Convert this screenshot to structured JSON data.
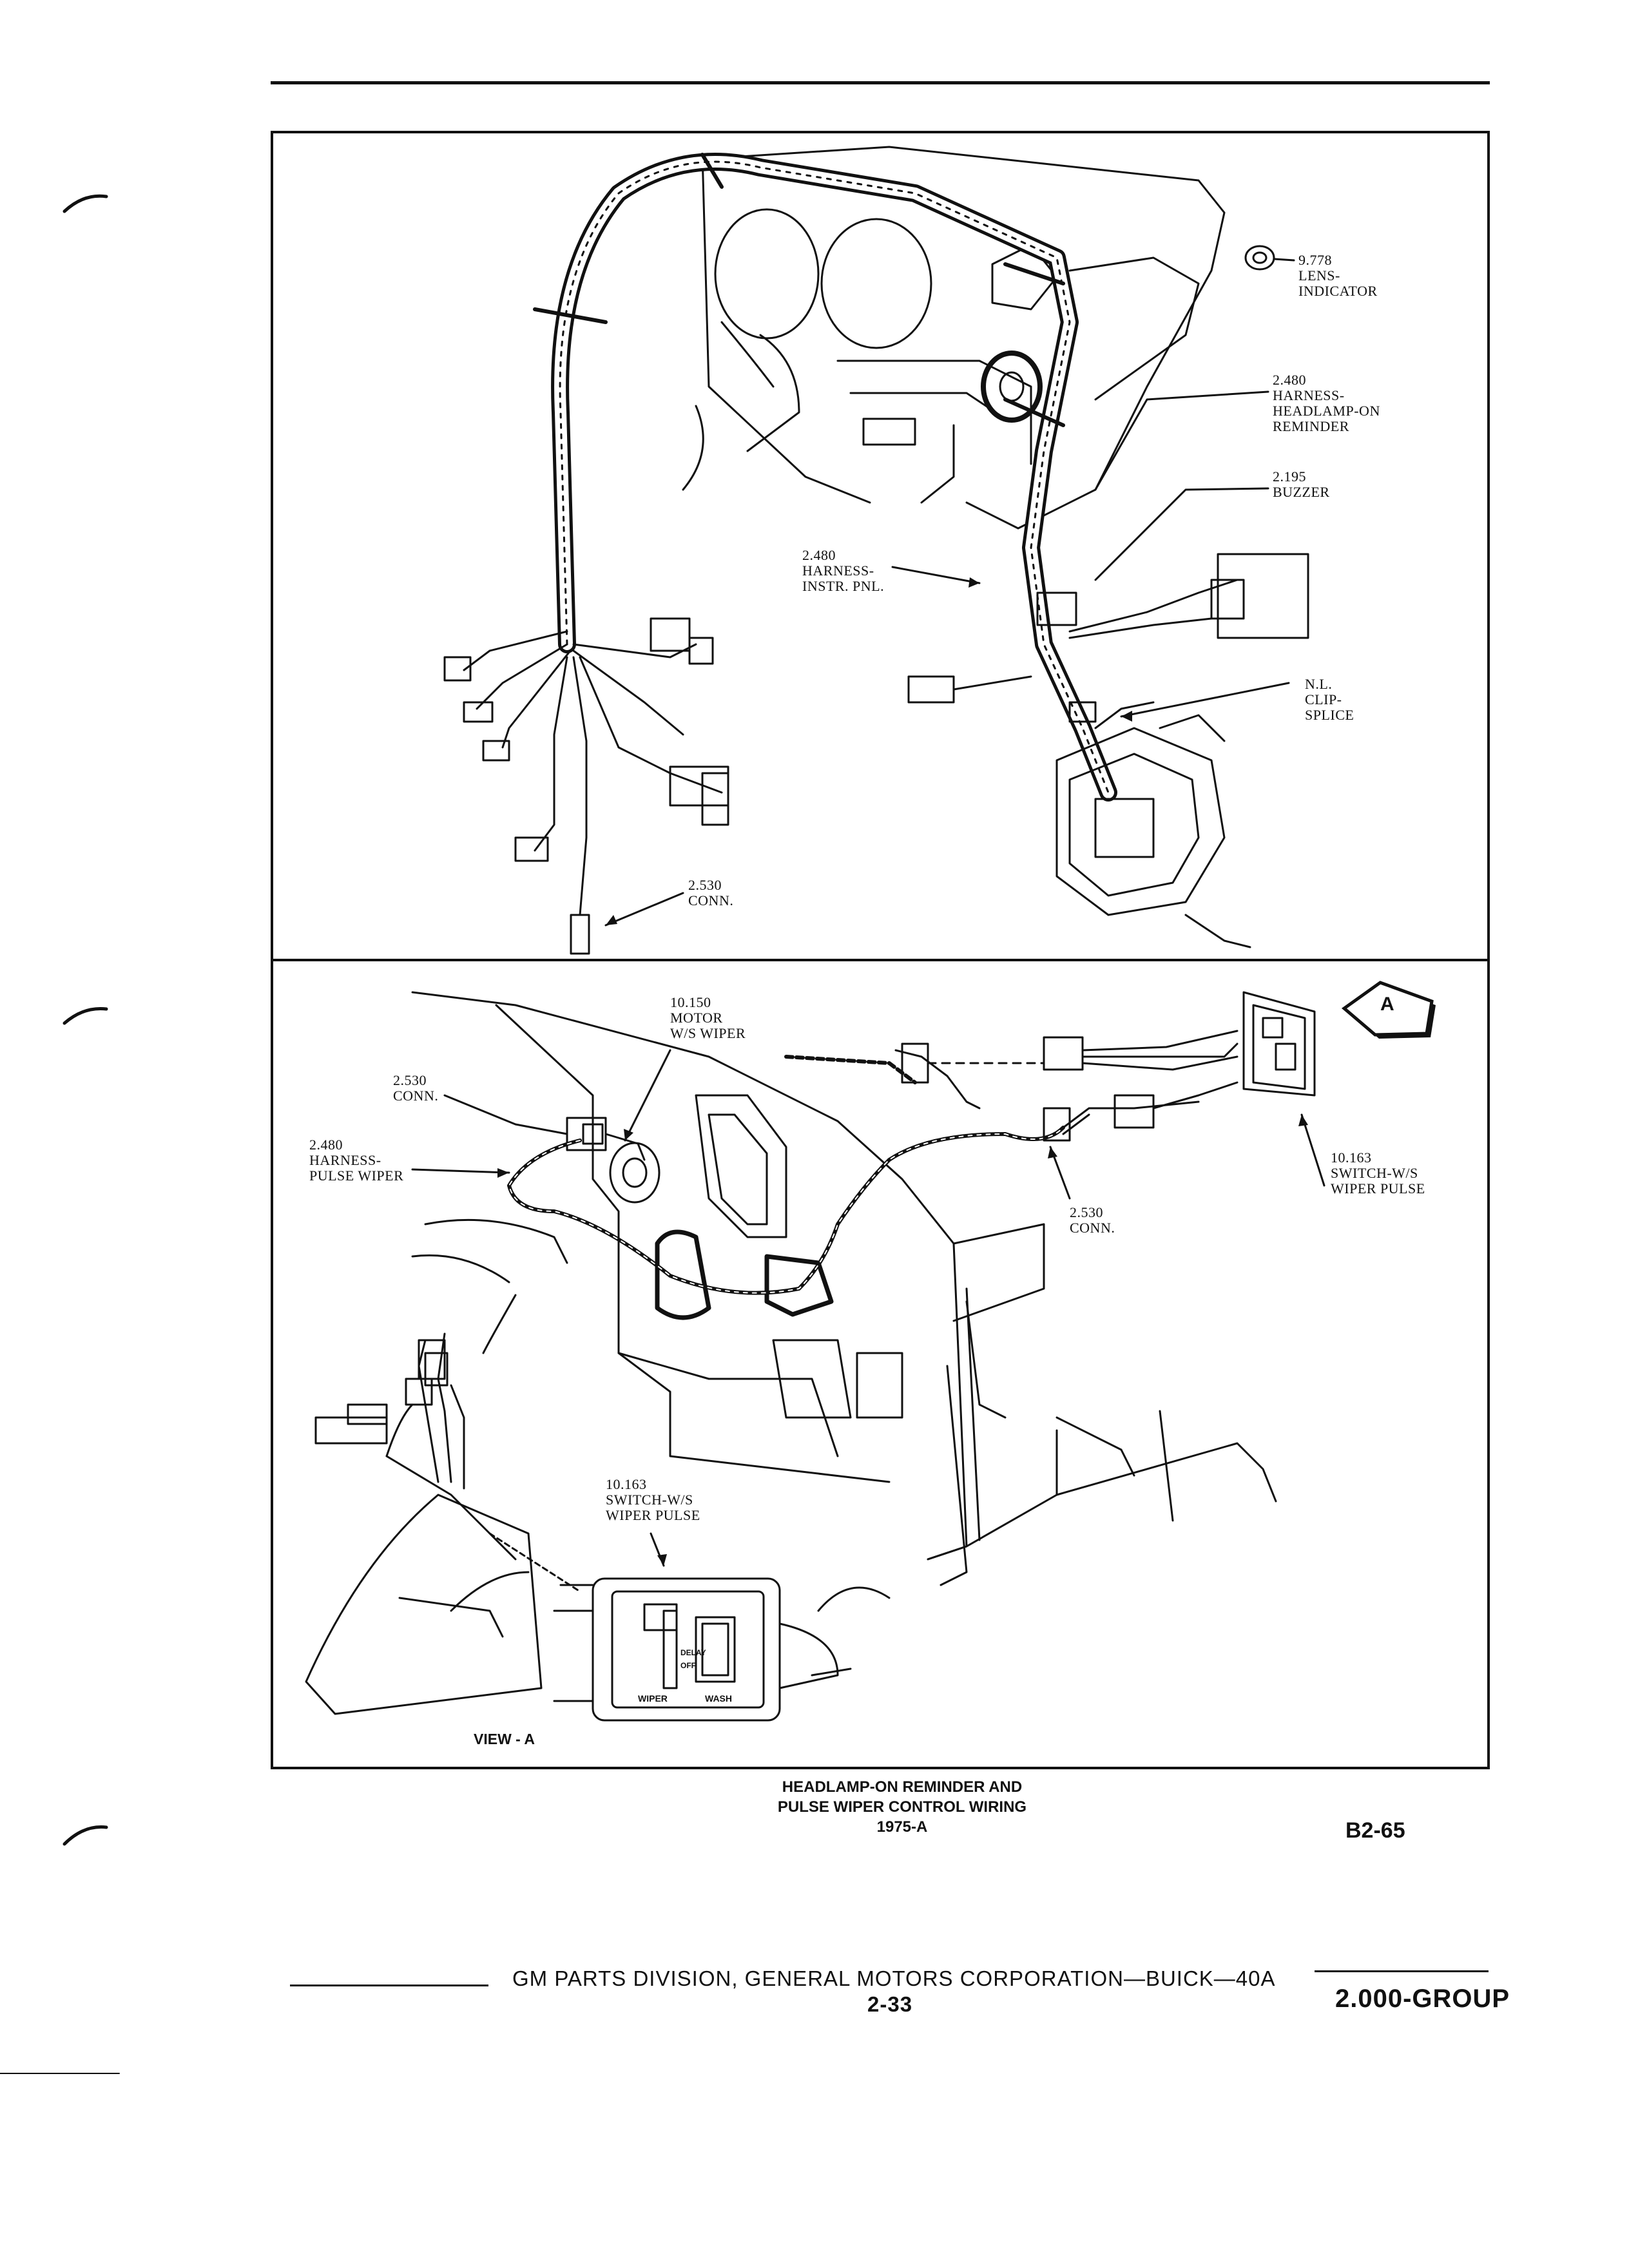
{
  "top_panel": {
    "callouts": [
      {
        "lines": [
          "9.778",
          "LENS-",
          "INDICATOR"
        ]
      },
      {
        "lines": [
          "2.480",
          "HARNESS-",
          "HEADLAMP-ON",
          "REMINDER"
        ]
      },
      {
        "lines": [
          "2.195",
          "BUZZER"
        ]
      },
      {
        "lines": [
          "2.480",
          "HARNESS-",
          "INSTR. PNL."
        ]
      },
      {
        "lines": [
          "N.L.",
          "CLIP-",
          "SPLICE"
        ]
      },
      {
        "lines": [
          "2.530",
          "CONN."
        ]
      }
    ]
  },
  "bottom_panel": {
    "callouts": [
      {
        "lines": [
          "10.150",
          "MOTOR",
          "W/S WIPER"
        ]
      },
      {
        "lines": [
          "2.530",
          "CONN."
        ]
      },
      {
        "lines": [
          "2.480",
          "HARNESS-",
          "PULSE WIPER"
        ]
      },
      {
        "lines": [
          "10.163",
          "SWITCH-W/S",
          "WIPER PULSE"
        ]
      },
      {
        "lines": [
          "2.530",
          "CONN."
        ]
      },
      {
        "lines": [
          "10.163",
          "SWITCH-W/S",
          "WIPER PULSE"
        ]
      }
    ],
    "view_label": "VIEW - A",
    "view_marker": "A",
    "switch_labels": {
      "delay": "DELAY",
      "off": "OFF",
      "wiper": "WIPER",
      "wash": "WASH"
    }
  },
  "caption": {
    "lines": [
      "HEADLAMP-ON REMINDER AND",
      "PULSE WIPER CONTROL WIRING",
      "1975-A"
    ],
    "figure_number": "B2-65"
  },
  "footer": {
    "text": "GM PARTS DIVISION,  GENERAL MOTORS CORPORATION—BUICK—40A",
    "page": "2-33",
    "group": "2.000-GROUP"
  },
  "colors": {
    "ink": "#111111",
    "paper": "#ffffff"
  }
}
